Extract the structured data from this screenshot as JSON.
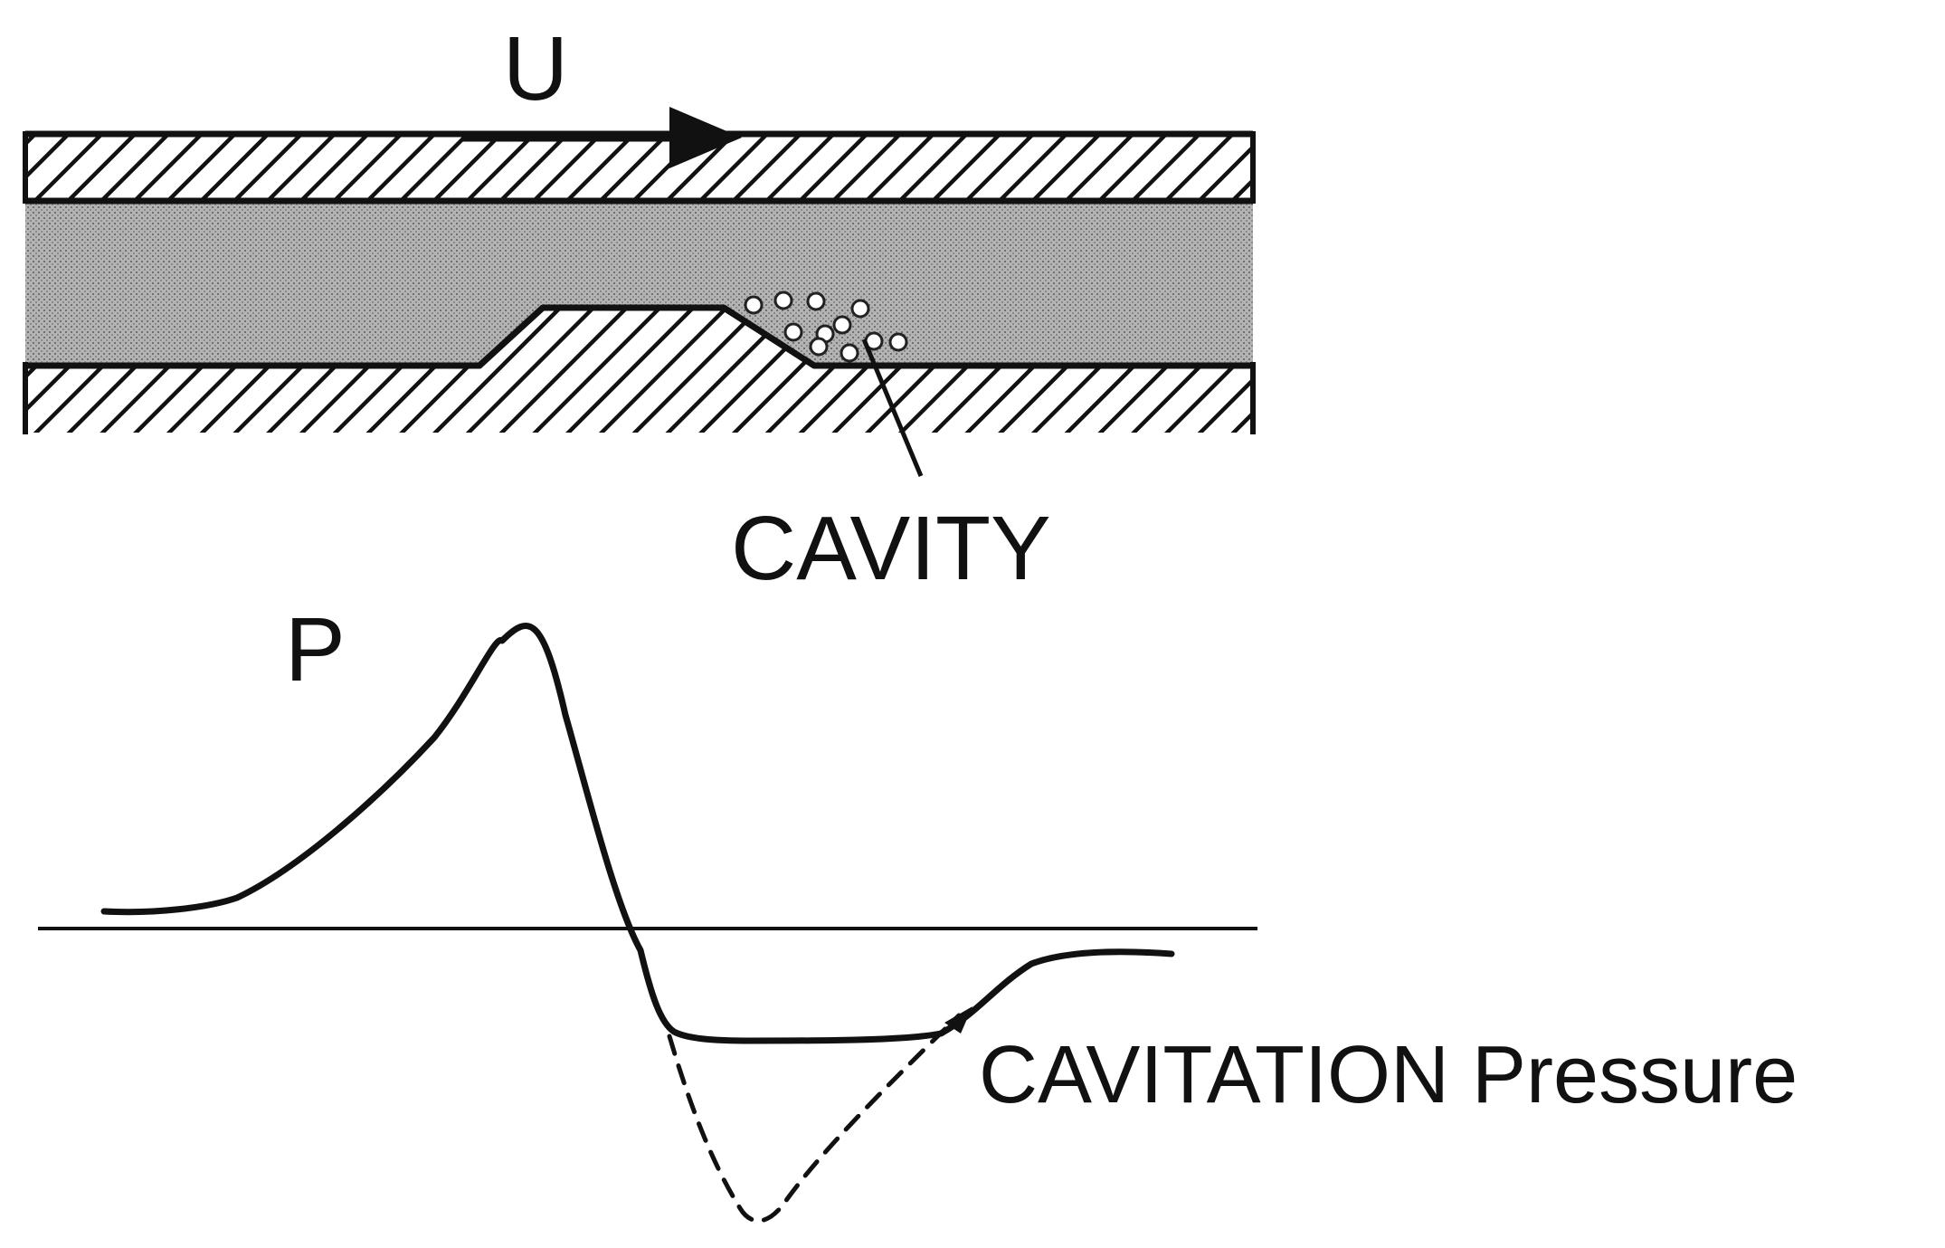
{
  "labels": {
    "velocity": "U",
    "pressure": "P",
    "cavity": "CAVITY",
    "cavitation_pressure": "CAVITATION Pressure"
  },
  "colors": {
    "ink": "#111111",
    "fluid": "#a9a9a9",
    "background": "#ffffff"
  }
}
